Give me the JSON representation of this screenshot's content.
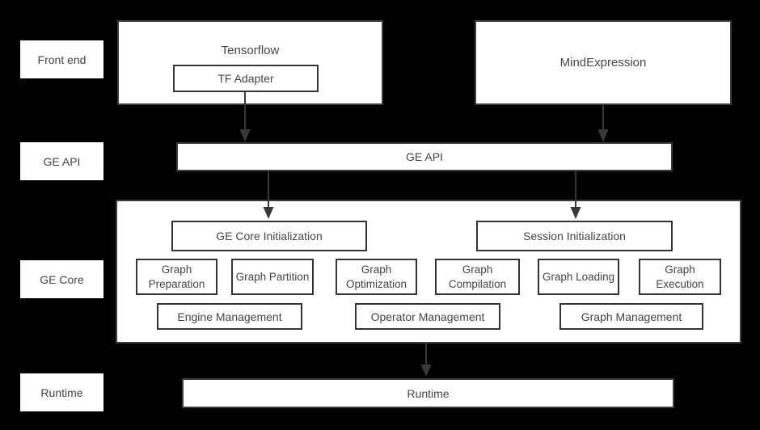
{
  "side_labels": [
    {
      "label": "Front end"
    },
    {
      "label": "GE API"
    },
    {
      "label": "GE Core"
    },
    {
      "label": "Runtime"
    }
  ],
  "frontend": {
    "tensorflow_label": "Tensorflow",
    "tf_adapter_label": "TF Adapter",
    "mindexpression_label": "MindExpression"
  },
  "ge_api": {
    "label": "GE API"
  },
  "ge_core": {
    "init": [
      {
        "label": "GE Core Initialization"
      },
      {
        "label": "Session Initialization"
      }
    ],
    "modules": [
      {
        "label": "Graph Preparation"
      },
      {
        "label": "Graph Partition"
      },
      {
        "label": "Graph Optimization"
      },
      {
        "label": "Graph Compilation"
      },
      {
        "label": "Graph Loading"
      },
      {
        "label": "Graph Execution"
      }
    ],
    "management": [
      {
        "label": "Engine Management"
      },
      {
        "label": "Operator Management"
      },
      {
        "label": "Graph Management"
      }
    ]
  },
  "runtime": {
    "label": "Runtime"
  },
  "colors": {
    "background": "#000000",
    "box_fill": "#ffffff",
    "box_border": "#3d3d3d",
    "inner_box_border": "#333333",
    "text": "#454545",
    "arrow": "#383838"
  }
}
